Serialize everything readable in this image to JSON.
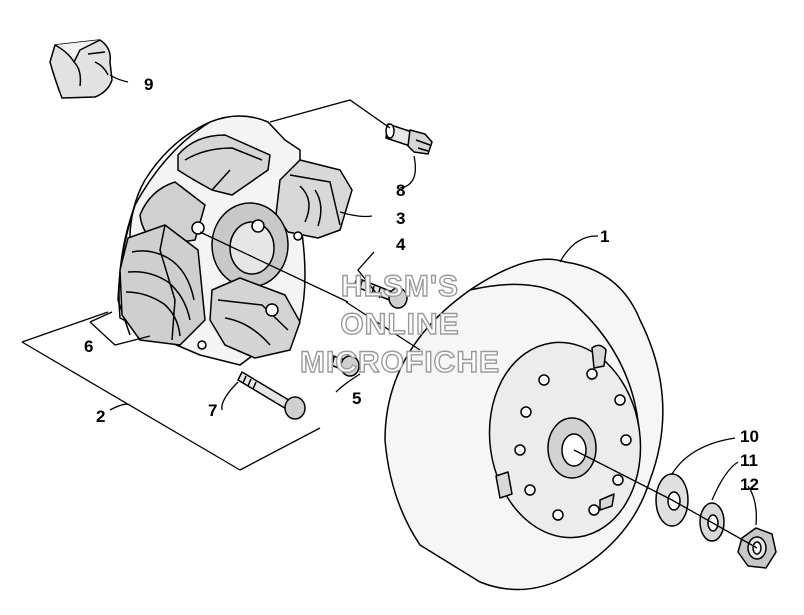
{
  "diagram": {
    "callouts": [
      {
        "id": "c1",
        "label": "1"
      },
      {
        "id": "c2",
        "label": "2"
      },
      {
        "id": "c3",
        "label": "3"
      },
      {
        "id": "c4",
        "label": "4"
      },
      {
        "id": "c5",
        "label": "5"
      },
      {
        "id": "c6",
        "label": "6"
      },
      {
        "id": "c7",
        "label": "7"
      },
      {
        "id": "c8",
        "label": "8"
      },
      {
        "id": "c9",
        "label": "9"
      },
      {
        "id": "c10",
        "label": "10"
      },
      {
        "id": "c11",
        "label": "11"
      },
      {
        "id": "c12",
        "label": "12"
      }
    ],
    "watermark": [
      "HLSM'S",
      "ONLINE",
      "MICROFICHE"
    ]
  }
}
